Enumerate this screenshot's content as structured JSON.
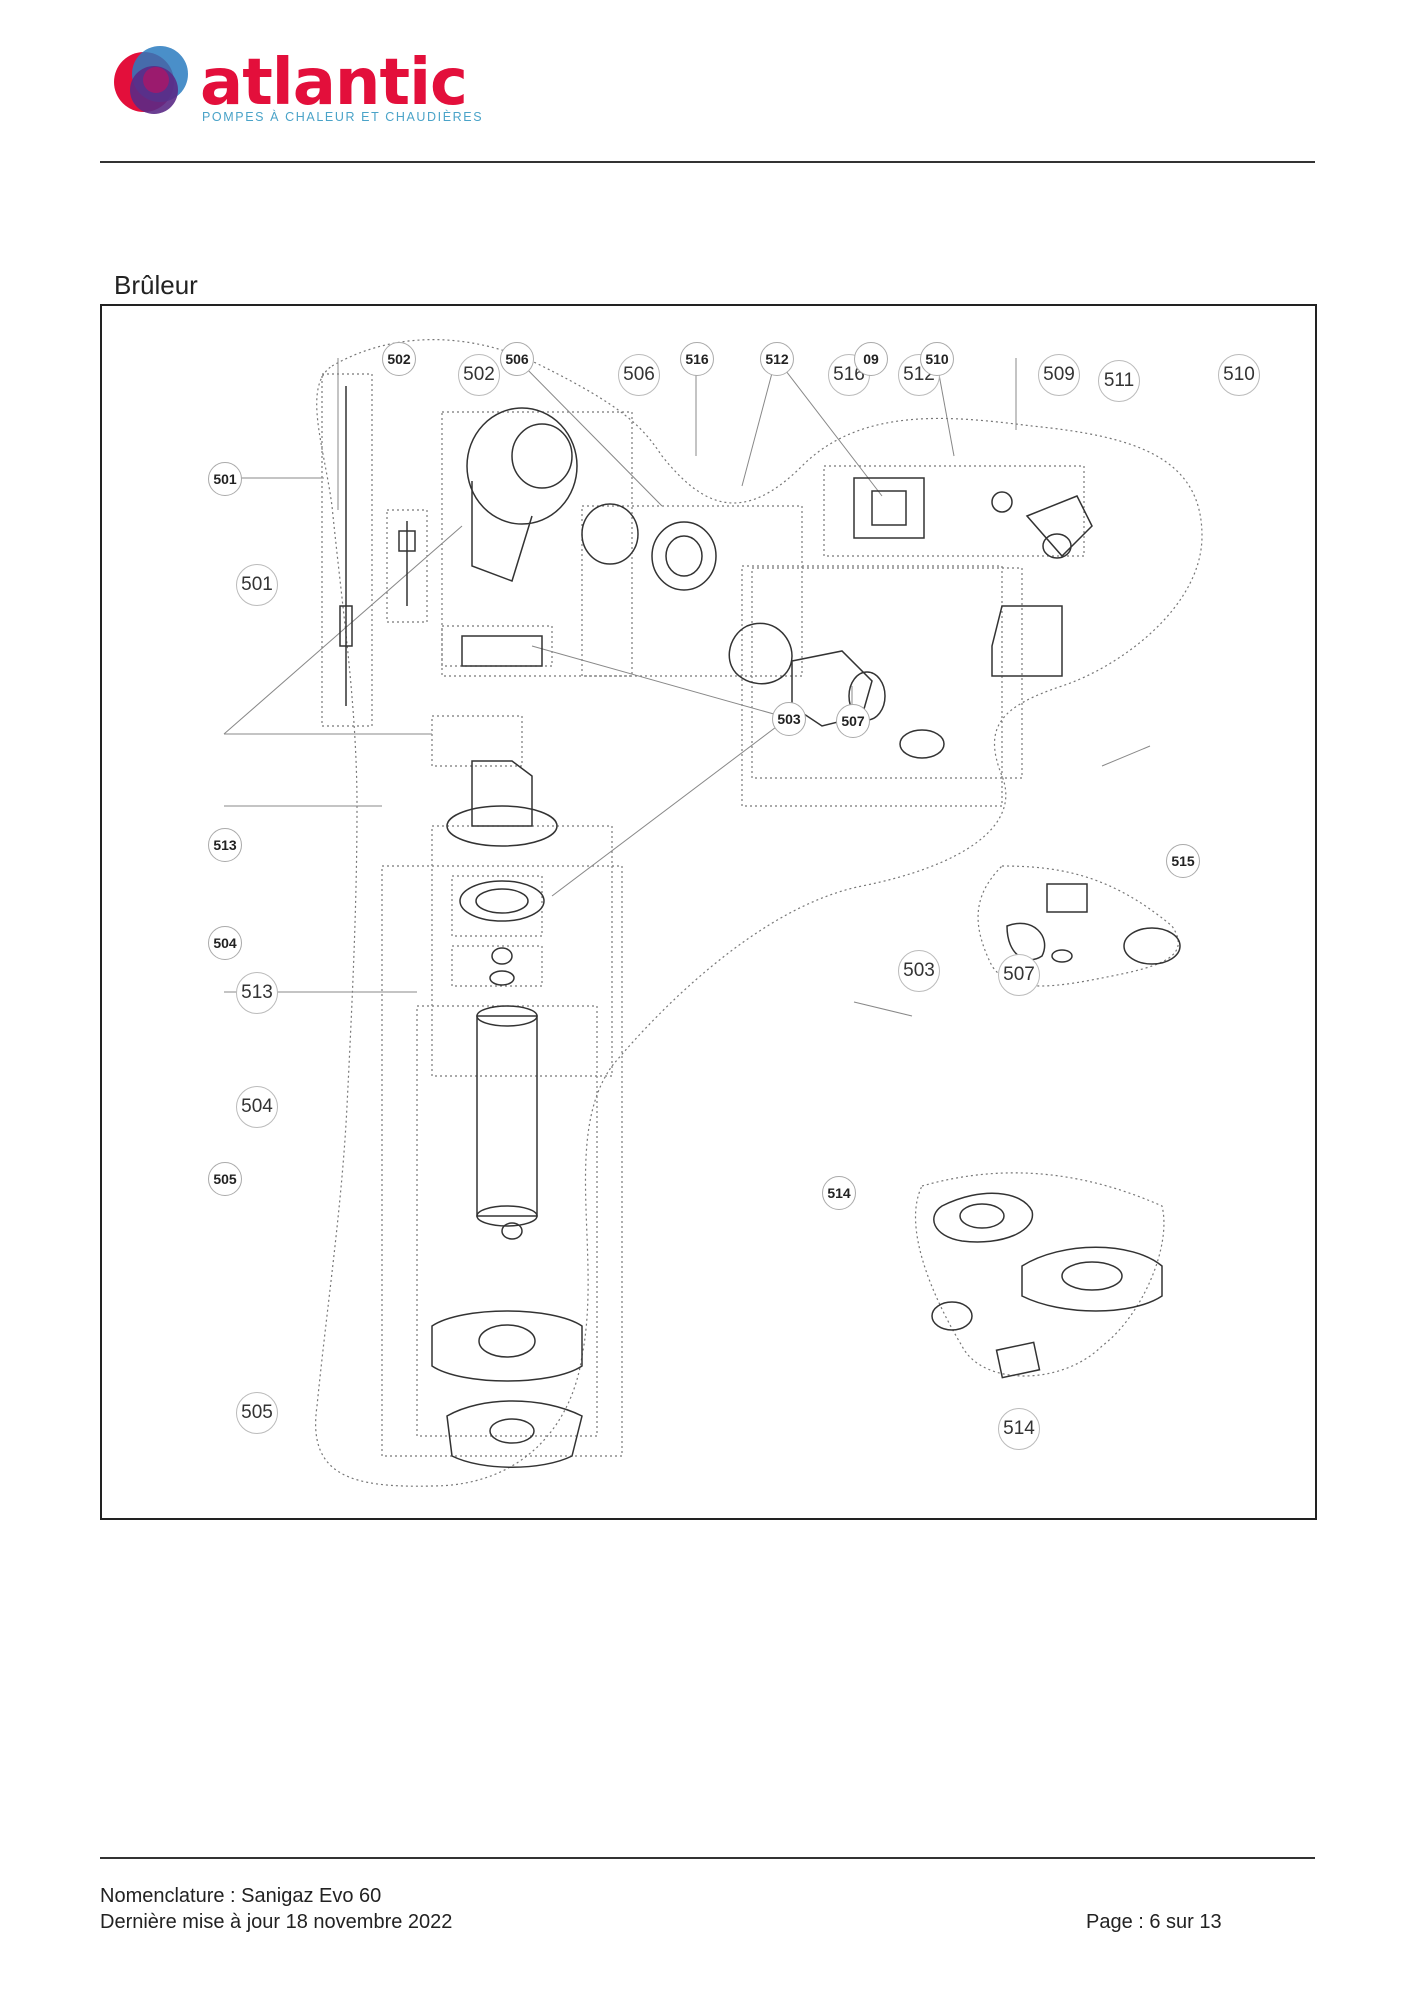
{
  "header": {
    "brand_name": "atlantic",
    "tagline": "POMPES À CHALEUR ET CHAUDIÈRES",
    "brand_color": "#e30f3b",
    "tagline_color": "#4aa3c8"
  },
  "section": {
    "title": "Brûleur"
  },
  "diagram": {
    "callouts": {
      "c501": "501",
      "c502": "502",
      "c503": "503",
      "c504": "504",
      "c505": "505",
      "c506": "506",
      "c507": "507",
      "c509": "509",
      "c510": "510",
      "c511": "511",
      "c512": "512",
      "c513": "513",
      "c514": "514",
      "c516": "516"
    },
    "tags": {
      "t501": "501",
      "t502": "502",
      "t503": "503",
      "t504": "504",
      "t505": "505",
      "t506": "506",
      "t507": "507",
      "t510": "510",
      "t512": "512",
      "t513": "513",
      "t514": "514",
      "t515": "515",
      "t516": "516",
      "t509": "09"
    }
  },
  "footer": {
    "nomenclature": "Nomenclature : Sanigaz Evo 60",
    "updated": "Dernière mise à jour 18 novembre 2022",
    "page": "Page : 6 sur 13"
  }
}
